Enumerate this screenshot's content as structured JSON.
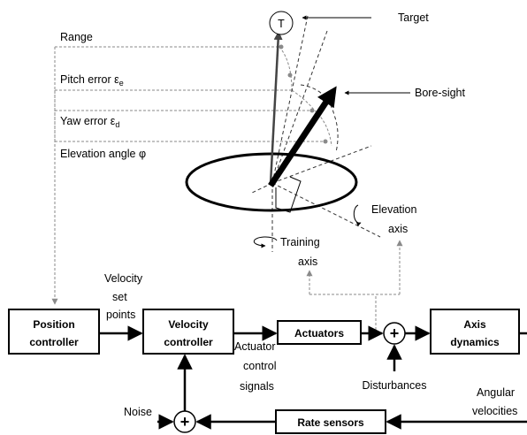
{
  "target": {
    "symbol": "T",
    "label": "Target"
  },
  "boresight_label": "Bore-sight",
  "angles": {
    "range": "Range",
    "pitch_error": "Pitch error ε",
    "pitch_error_sub": "e",
    "yaw_error": "Yaw error ε",
    "yaw_error_sub": "d",
    "elevation_angle": "Elevation angle φ"
  },
  "axes": {
    "elevation_line1": "Elevation",
    "elevation_line2": "axis",
    "training_line1": "Training",
    "training_line2": "axis"
  },
  "blocks": {
    "position_line1": "Position",
    "position_line2": "controller",
    "velocity_line1": "Velocity",
    "velocity_line2": "controller",
    "actuators": "Actuators",
    "axis_line1": "Axis",
    "axis_line2": "dynamics",
    "rate_sensors": "Rate sensors"
  },
  "signals": {
    "velocity_set_points": [
      "Velocity",
      "set",
      "points"
    ],
    "actuator_control_signals": [
      "Actuator",
      "control",
      "signals"
    ],
    "disturbances": "Disturbances",
    "noise": "Noise",
    "angular_velocities": [
      "Angular",
      "velocities"
    ]
  },
  "summing_symbol": "+"
}
